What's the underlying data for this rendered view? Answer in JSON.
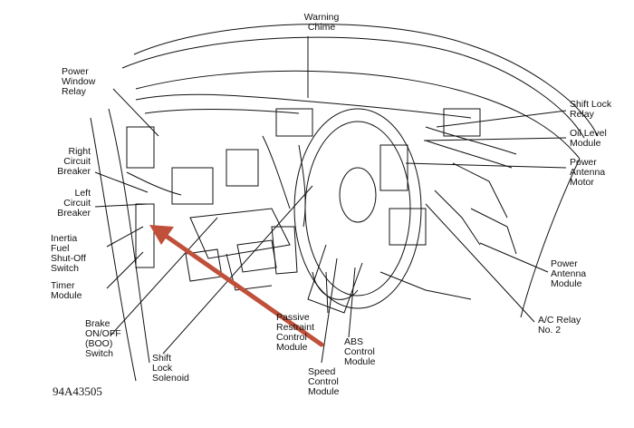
{
  "diagram": {
    "reference_code": "94A43505",
    "labels": {
      "warning_chime": "Warning\nChime",
      "power_window_relay": "Power\nWindow\nRelay",
      "right_circuit_breaker": "Right\nCircuit\nBreaker",
      "left_circuit_breaker": "Left\nCircuit\nBreaker",
      "inertia_fuel_switch": "Inertia\nFuel\nShut-Off\nSwitch",
      "timer_module": "Timer\nModule",
      "brake_switch": "Brake\nON/OFF\n(BOO)\nSwitch",
      "shift_lock_solenoid": "Shift\nLock\nSolenoid",
      "passive_restraint": "Passive\nRestraint\nControl\nModule",
      "speed_control": "Speed\nControl\nModule",
      "abs_control": "ABS\nControl\nModule",
      "shift_lock_relay": "Shift Lock\nRelay",
      "oil_level_module": "Oil Level\nModule",
      "power_antenna_motor": "Power\nAntenna\nMotor",
      "power_antenna_module": "Power\nAntenna\nModule",
      "ac_relay": "A/C Relay\nNo. 2"
    },
    "colors": {
      "line": "#111111",
      "highlight_arrow": "#c0503a"
    }
  }
}
